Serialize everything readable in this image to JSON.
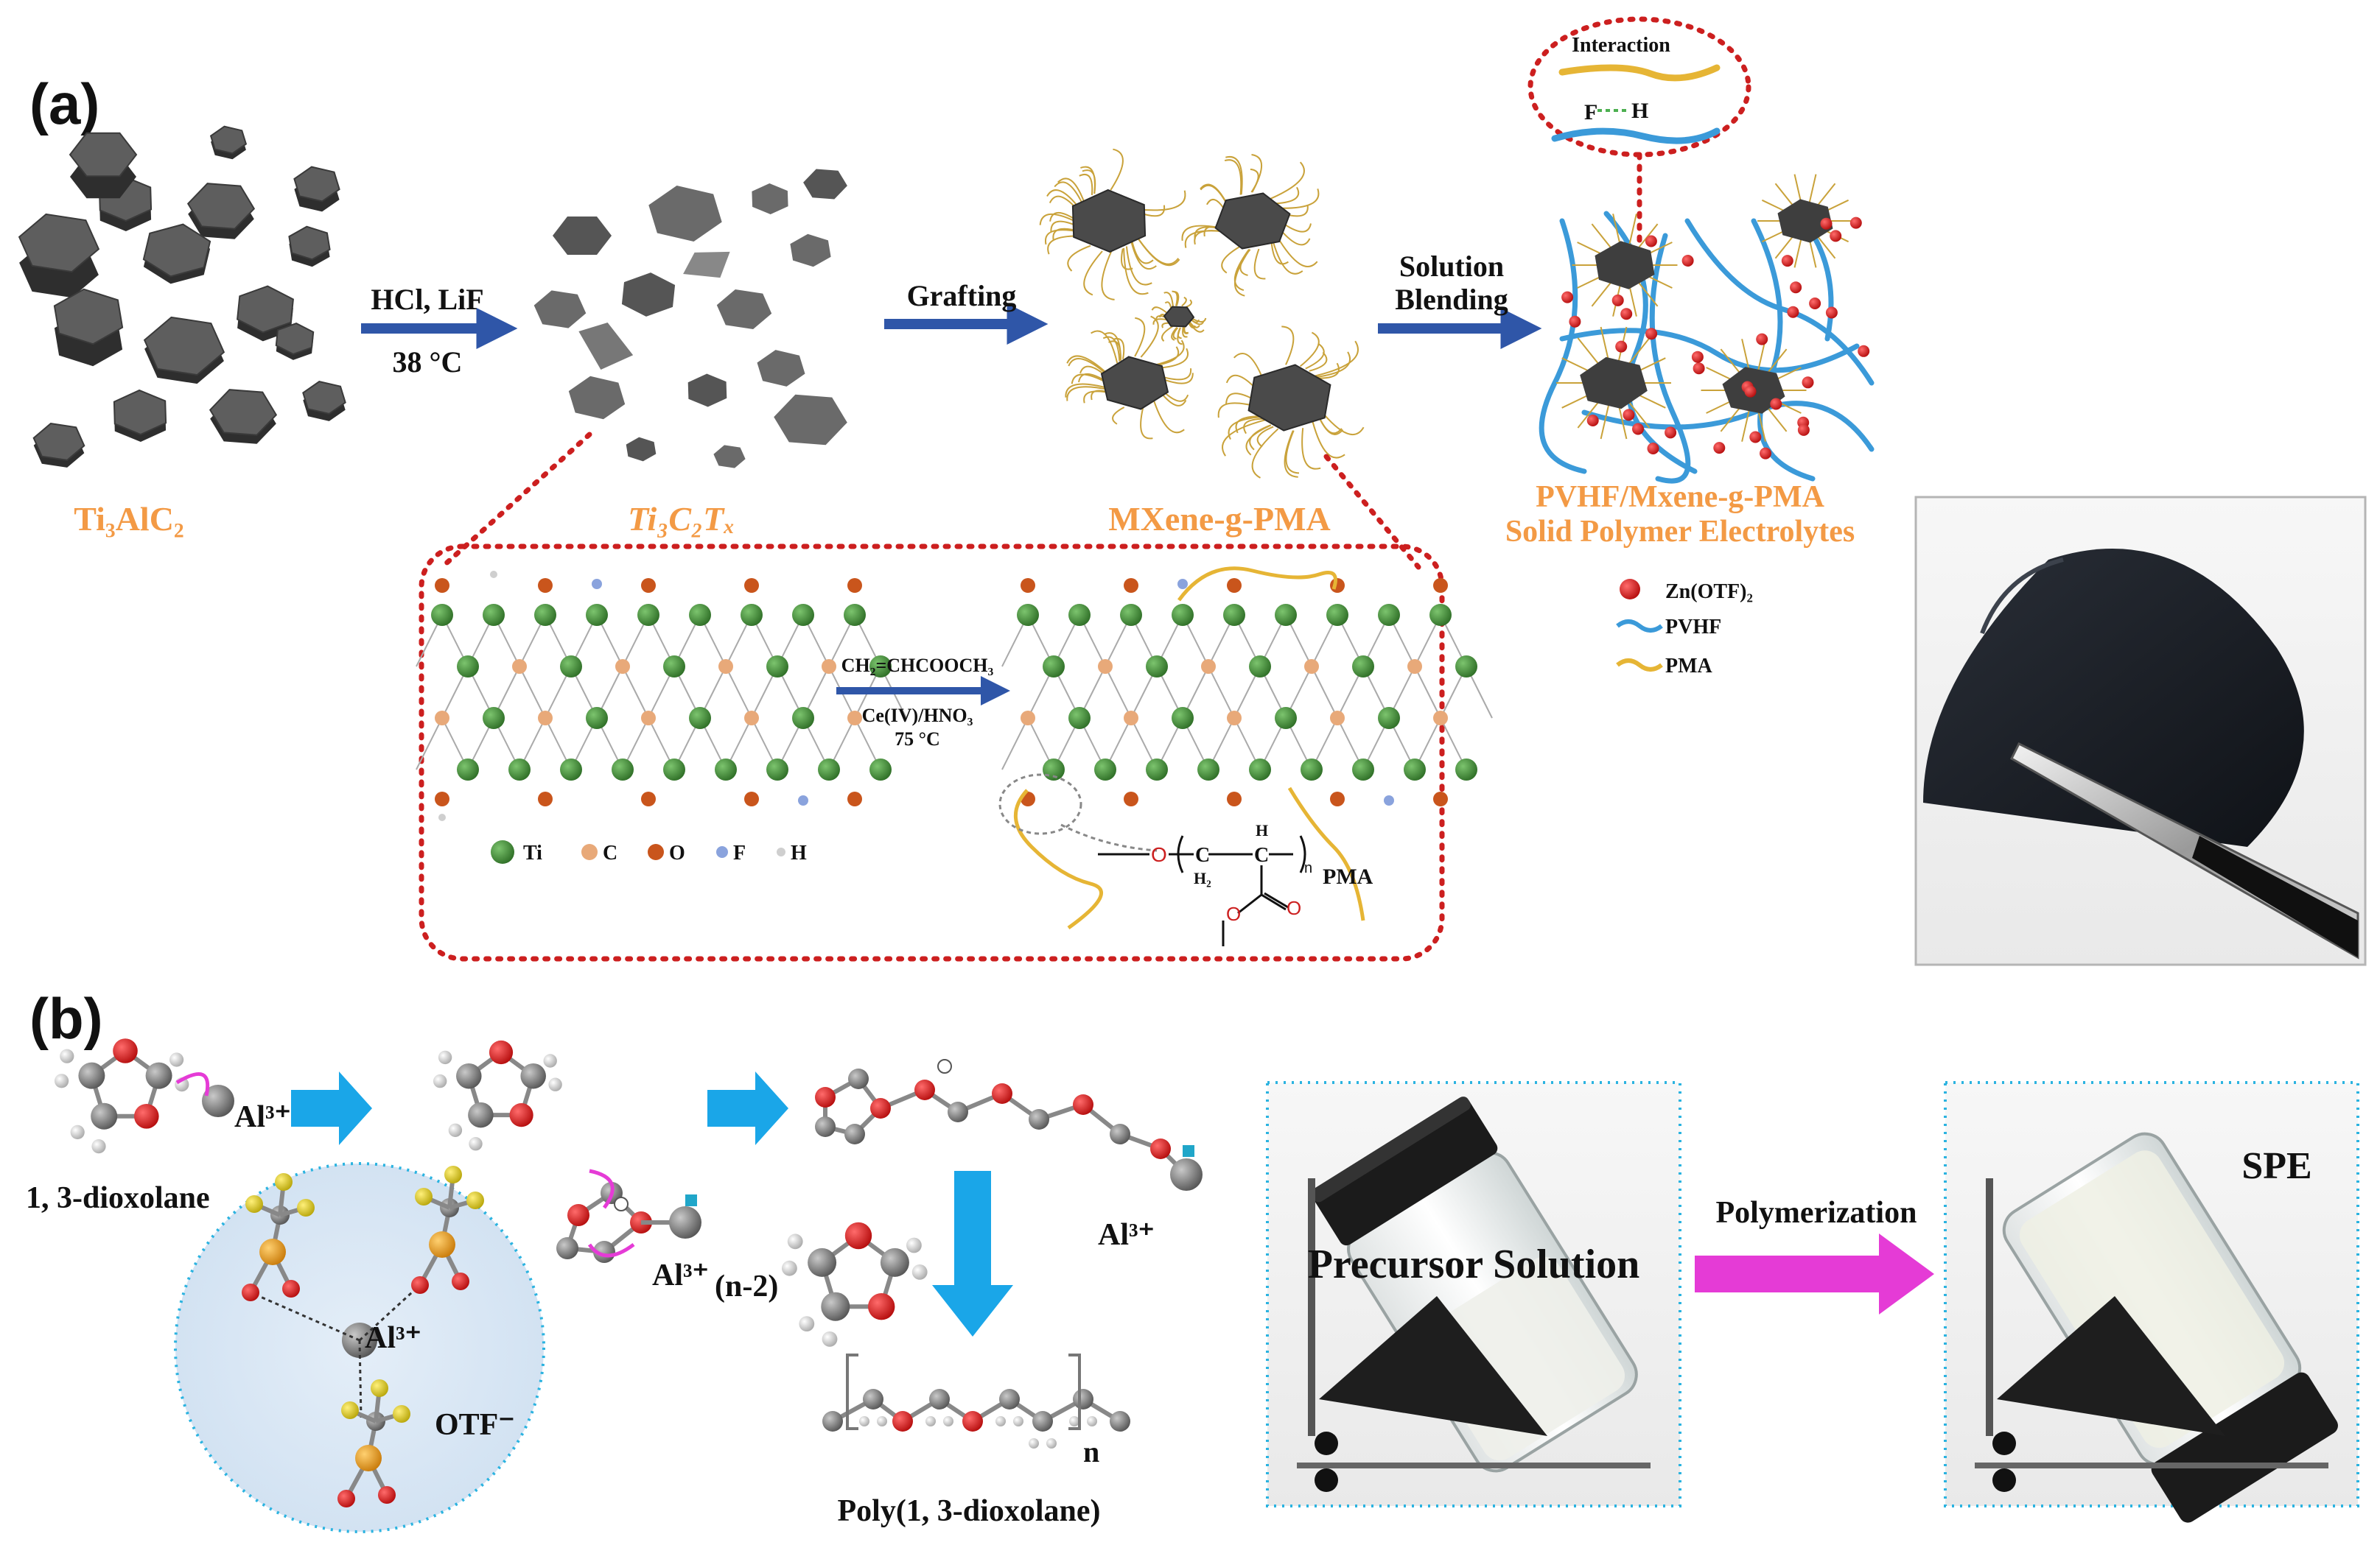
{
  "colors": {
    "orange_label": "#f39a45",
    "arrow_blue": "#2f56a8",
    "arrow_cyan": "#1aa6e8",
    "arrow_magenta": "#e53bd6",
    "dotted_red": "#cc1f1f",
    "dotted_cyan": "#2bb3e0",
    "sheet_gray": "#5c5c5c",
    "pvhf_blue": "#3b9ad9",
    "pma_yellow": "#e6b535",
    "zn_red": "#e01b1b",
    "ti_green": "#3e8a34",
    "c_peach": "#e8a979",
    "o_orange": "#c9551c",
    "f_blue": "#8aa3dd",
    "h_gray": "#cfcfcf"
  },
  "panel_a": {
    "label": "(a)",
    "ti3alc2": "Ti₃AlC₂",
    "arrow1_top": "HCl, LiF",
    "arrow1_bottom": "38 °C",
    "ti3c2tx": "Ti₃C₂Tₓ",
    "arrow2": "Grafting",
    "mxene": "MXene-g-PMA",
    "arrow3_line1": "Solution",
    "arrow3_line2": "Blending",
    "interaction": "Interaction",
    "f_atom": "F",
    "h_atom": "H",
    "spe_line1": "PVHF/Mxene-g-PMA",
    "spe_line2": "Solid Polymer Electrolytes",
    "legend": {
      "zn": "Zn(OTF)₂",
      "pvhf": "PVHF",
      "pma": "PMA"
    },
    "reaction_top": "CH₂=CHCOOCH₃",
    "reaction_bottom1": "Ce(IV)/HNO₃",
    "reaction_bottom2": "75 °C",
    "atoms": {
      "ti": "Ti",
      "c": "C",
      "o": "O",
      "f": "F",
      "h": "H"
    },
    "pma_label": "PMA",
    "pma_h": "H",
    "pma_h2": "H₂",
    "pma_c1": "C",
    "pma_c2": "C",
    "pma_o": "O",
    "pma_n": "n"
  },
  "panel_b": {
    "label": "(b)",
    "dioxolane": "1, 3-dioxolane",
    "al1": "Al³⁺",
    "al2": "Al³⁺",
    "al3": "Al³⁺",
    "al4": "Al³⁺",
    "otf": "OTF⁻",
    "n2": "(n-2)",
    "poly_n": "n",
    "poly": "Poly(1, 3-dioxolane)",
    "precursor": "Precursor Solution",
    "polymerization": "Polymerization",
    "spe": "SPE"
  }
}
